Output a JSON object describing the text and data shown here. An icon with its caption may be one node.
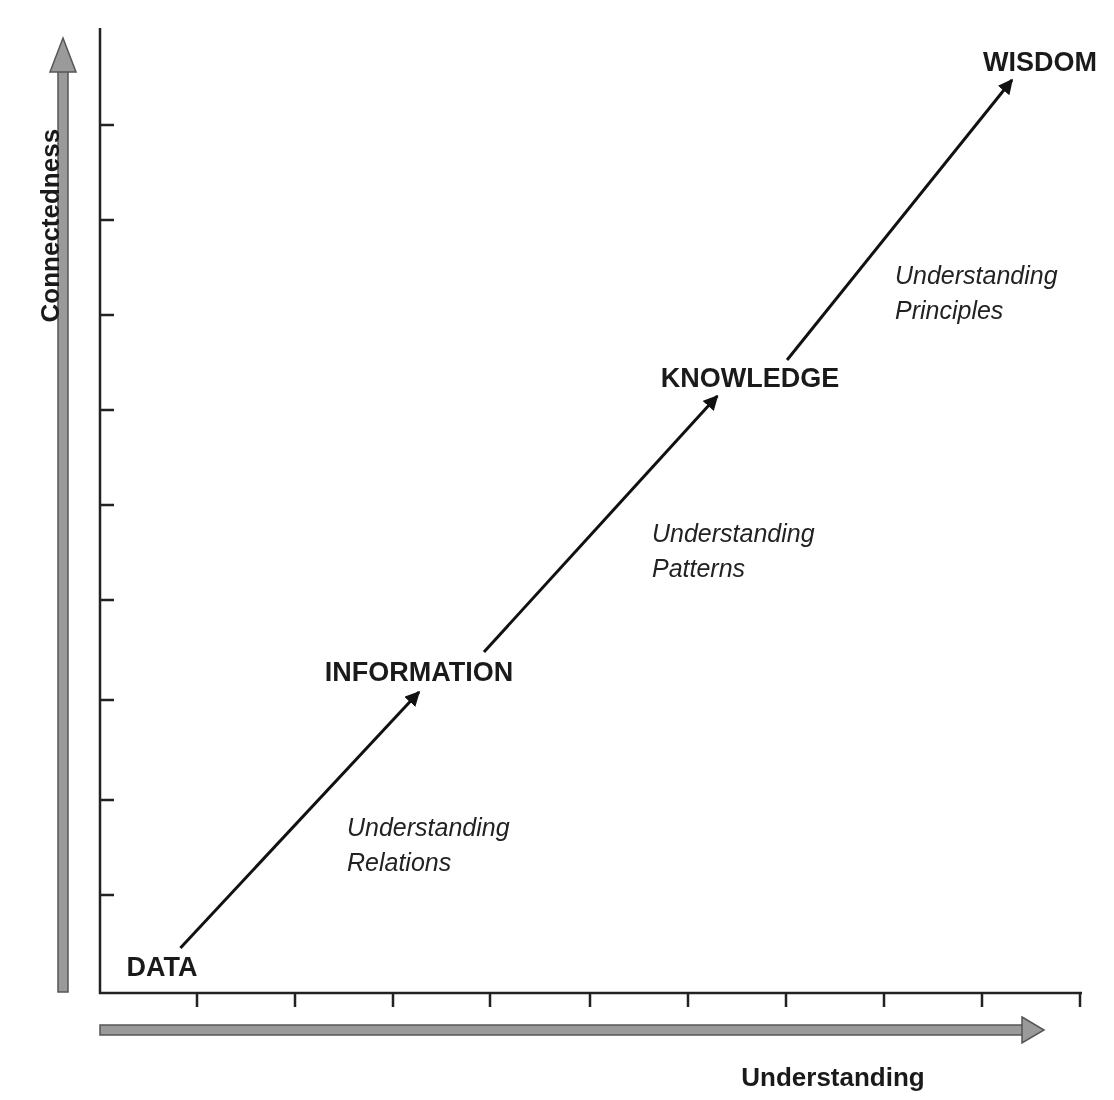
{
  "diagram": {
    "nodes": [
      {
        "text": [
          "DATA"
        ]
      },
      {
        "text": [
          "INFORMATION"
        ]
      },
      {
        "text": [
          "KNOWLEDGE"
        ]
      },
      {
        "text": [
          "WISDOM"
        ]
      }
    ],
    "edges": [
      {
        "from": 0,
        "to": 1,
        "arrow": "to",
        "label": "Understanding Relations"
      },
      {
        "from": 1,
        "to": 2,
        "arrow": "to",
        "label": "Understanding Patterns"
      },
      {
        "from": 2,
        "to": 3,
        "arrow": "to",
        "label": "Understanding Principles"
      }
    ],
    "labels": [
      "Connectedness",
      "Understanding"
    ]
  }
}
